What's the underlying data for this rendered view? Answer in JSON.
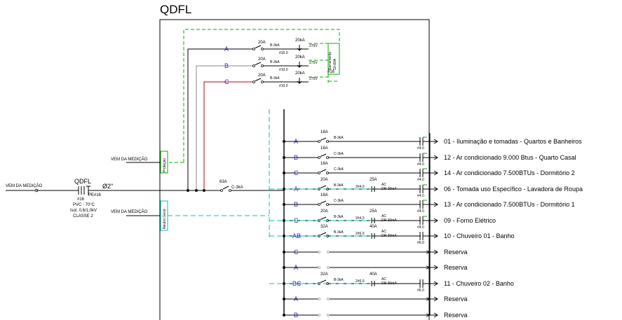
{
  "title": "QDFL",
  "incoming": {
    "from_label": "VEM DA MEDIÇÃO",
    "panel_label": "QDFL",
    "cable_size": "#16",
    "pe_label": "PE#16",
    "cable_spec": [
      "PVC - 70°C",
      "Isol. 0,6/1,0kV",
      "CLASSE 2"
    ],
    "conduit": "Ø2\"",
    "main_breaker": {
      "rating": "63A",
      "curve": "C-3kA"
    }
  },
  "protection": {
    "from_label": "VEM DA MEDIÇÃO",
    "box_label": "Proteção",
    "bar_label": [
      "Barramento",
      "10-80A"
    ],
    "bar_size": "#16",
    "rows": [
      {
        "phase": "A",
        "breaker": "20A",
        "curve": "B-3kA",
        "dps": "20kA",
        "voltage": "275V",
        "cable": "#16.0"
      },
      {
        "phase": "B",
        "breaker": "20A",
        "curve": "B-3kA",
        "dps": "20kA",
        "voltage": "275V",
        "cable": "#10.0"
      },
      {
        "phase": "C",
        "breaker": "20A",
        "curve": "B-3kA",
        "dps": "20kA",
        "voltage": "275V",
        "cable": "#10.0"
      }
    ]
  },
  "neutral": {
    "from_label": "VEM DA MEDIÇÃO",
    "box_label": "Neutro Geral"
  },
  "circuits": [
    {
      "phase": "A",
      "breaker": "16A",
      "curve": "B-3kA",
      "idr": "",
      "cable": "",
      "output": "#4.0",
      "description": "01 -  Iluminação e tomadas - Quartos e Banheiros"
    },
    {
      "phase": "B",
      "breaker": "16A",
      "curve": "C-3kA",
      "idr": "",
      "cable": "",
      "output": "#4.0",
      "description": "12 -  Ar condicionado 9.000 Btus - Quarto Casal"
    },
    {
      "phase": "C",
      "breaker": "16A",
      "curve": "C-3kA",
      "idr": "",
      "cable": "",
      "output": "#4.0",
      "description": "14 -  Ar condicionado 7.500BTUs - Dormitório 2"
    },
    {
      "phase": "A",
      "breaker": "20A",
      "curve": "B-3kA",
      "idr": "25A",
      "cable": "2#4.0",
      "output": "#4.0",
      "description": "06 -  Tomada uso Específico - Lavadora de Roupa"
    },
    {
      "phase": "B",
      "breaker": "16A",
      "curve": "C-3kA",
      "idr": "",
      "cable": "",
      "output": "#4.0",
      "description": "13 -  Ar condicionado 7.500BTUs - Dormitório 1"
    },
    {
      "phase": "C",
      "breaker": "20A",
      "curve": "B-3kA",
      "idr": "25A",
      "cable": "2#4.0",
      "output": "#4.0",
      "description": "09 -  Forno Elétrico"
    },
    {
      "phase": "AB",
      "breaker": "32A",
      "curve": "B-3kA",
      "idr": "40A",
      "cable": "2#6.0",
      "output": "#6.0",
      "description": "10 -  Chuveiro 01 - Banho"
    },
    {
      "phase": "C",
      "breaker": "",
      "curve": "",
      "idr": "",
      "cable": "",
      "output": "",
      "description": "Reserva"
    },
    {
      "phase": "A",
      "breaker": "",
      "curve": "",
      "idr": "",
      "cable": "",
      "output": "",
      "description": "Reserva"
    },
    {
      "phase": "BC",
      "breaker": "32A",
      "curve": "B-3kA",
      "idr": "40A",
      "cable": "2#6.0",
      "output": "#6.0",
      "description": "11 -  Chuveiro 02 - Banho"
    },
    {
      "phase": "A",
      "breaker": "",
      "curve": "",
      "idr": "",
      "cable": "",
      "output": "",
      "description": "Reserva"
    },
    {
      "phase": "B",
      "breaker": "",
      "curve": "",
      "idr": "",
      "cable": "",
      "output": "",
      "description": "Reserva"
    }
  ],
  "idr_spec": {
    "type": "AC",
    "sensitivity": "DR 30mA"
  },
  "colors": {
    "protection": "#00b000",
    "neutral": "#00c0c0",
    "phase_c": "#c80000",
    "phase_b": "#8a8a8a",
    "phase_label": "#2424c8"
  }
}
